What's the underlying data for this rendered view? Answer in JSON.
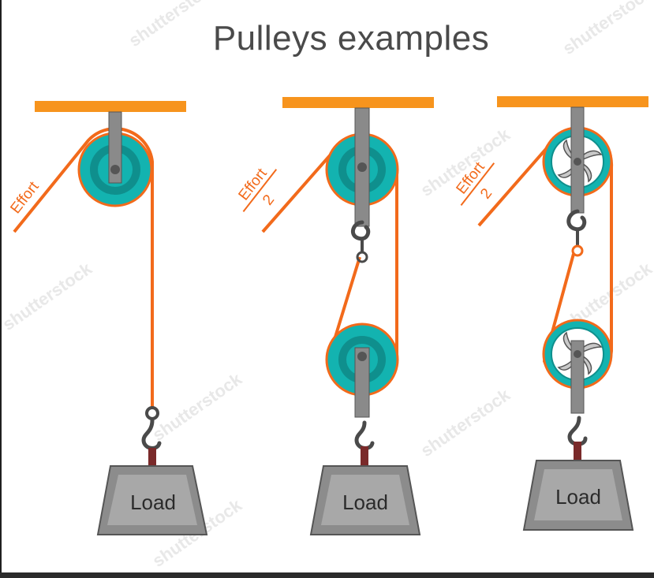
{
  "title": "Pulleys examples",
  "colors": {
    "beam": "#f7941d",
    "rope": "#f26a1b",
    "wheel_outer": "#13b3b0",
    "wheel_inner": "#0f8f8d",
    "rod": "#8a8a8a",
    "load_frame": "#8c8c8c",
    "load_inner": "#a8a8a8"
  },
  "systems": [
    {
      "effort_label": "Effort",
      "load_label": "Load"
    },
    {
      "effort_label": "Effort",
      "effort_divisor": "2",
      "load_label": "Load"
    },
    {
      "effort_label": "Effort",
      "effort_divisor": "2",
      "load_label": "Load"
    }
  ],
  "watermark": "shutterstock"
}
